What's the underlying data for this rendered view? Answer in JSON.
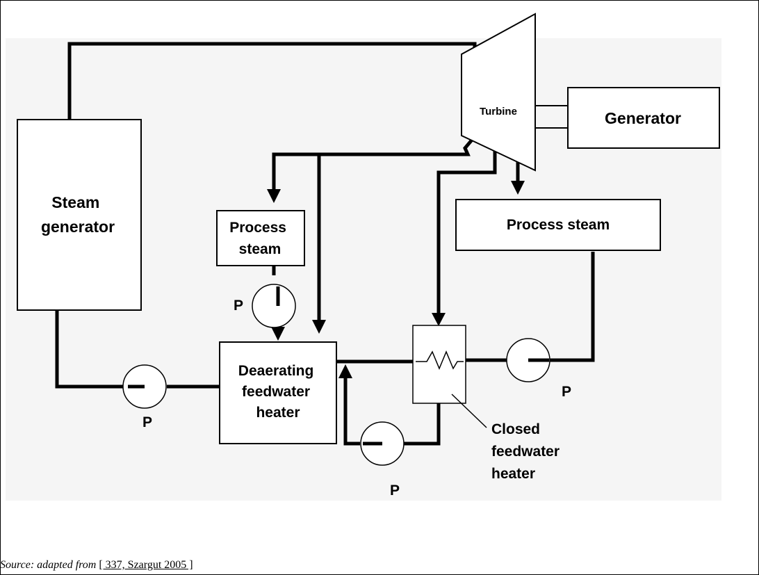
{
  "diagram": {
    "turbine_label": "Turbine",
    "generator_label": "Generator",
    "steam_generator_label": [
      "Steam",
      "generator"
    ],
    "process_steam_left_label": [
      "Process",
      "steam"
    ],
    "process_steam_right_label": "Process steam",
    "deaerating_heater_label": [
      "Deaerating",
      "feedwater",
      "heater"
    ],
    "closed_heater_label": [
      "Closed",
      "feedwater",
      "heater"
    ],
    "pump_label": "P"
  },
  "caption": {
    "prefix": "Source: adapted from ",
    "reference": "[ 337, Szargut 2005 ]"
  }
}
